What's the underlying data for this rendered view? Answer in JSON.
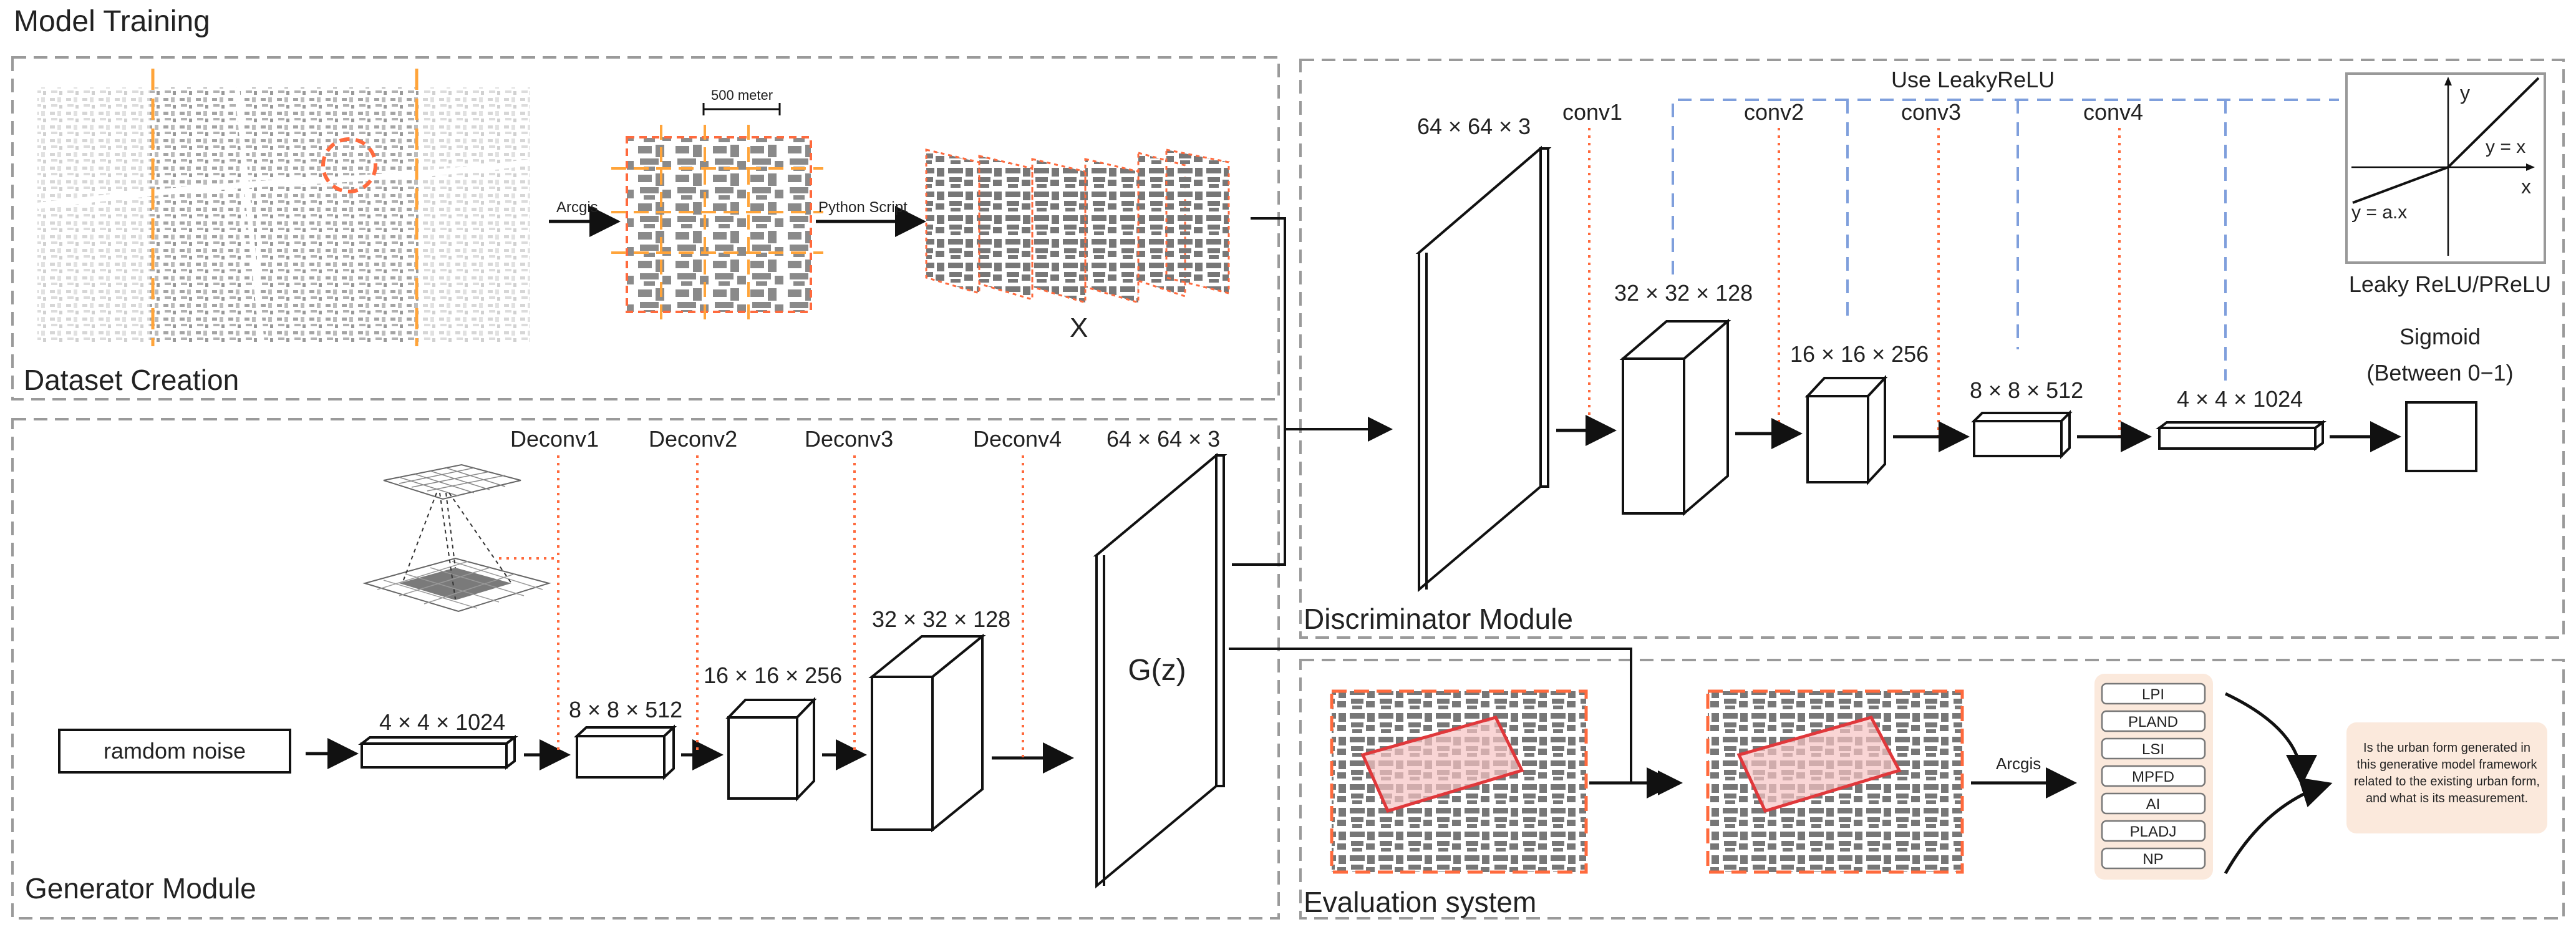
{
  "panels": {
    "title": "Model Training",
    "dataset": "Dataset Creation",
    "generator": "Generator Module",
    "discriminator": "Discriminator Module",
    "evaluation": "Evaluation system"
  },
  "dataset_flow": {
    "scale": "500 meter",
    "step1": "Arcgis",
    "step2": "Python Script",
    "output": "X"
  },
  "generator": {
    "input": "ramdom noise",
    "deconv": [
      "Deconv1",
      "Deconv2",
      "Deconv3",
      "Deconv4"
    ],
    "shapes": [
      "4 × 4 × 1024",
      "8 × 8 × 512",
      "16 × 16 × 256",
      "32 × 32 × 128",
      "64 × 64 × 3"
    ],
    "output": "G(z)"
  },
  "discriminator": {
    "activation": "Use LeakyReLU",
    "conv": [
      "conv1",
      "conv2",
      "conv3",
      "conv4"
    ],
    "shapes": [
      "64 × 64 × 3",
      "32 × 32 × 128",
      "16 × 16 × 256",
      "8 × 8 × 512",
      "4 × 4 × 1024"
    ],
    "sigmoid": "Sigmoid",
    "sigmoid_range": "(Between 0−1)",
    "relu_caption": "Leaky ReLU/PReLU",
    "relu_y": "y",
    "relu_x": "x",
    "relu_pos": "y = x",
    "relu_neg": "y = a.x"
  },
  "evaluation": {
    "tool": "Arcgis",
    "metrics": [
      "LPI",
      "PLAND",
      "LSI",
      "MPFD",
      "AI",
      "PLADJ",
      "NP"
    ],
    "question": [
      "Is the urban form generated in",
      "this generative model framework",
      "related to the existing urban form,",
      "and what is its measurement."
    ]
  },
  "colors": {
    "orange": "#ff6a3d",
    "blue": "#7f9fdc",
    "building": "#8a8a8a",
    "note_bg": "#fbe9dc"
  }
}
